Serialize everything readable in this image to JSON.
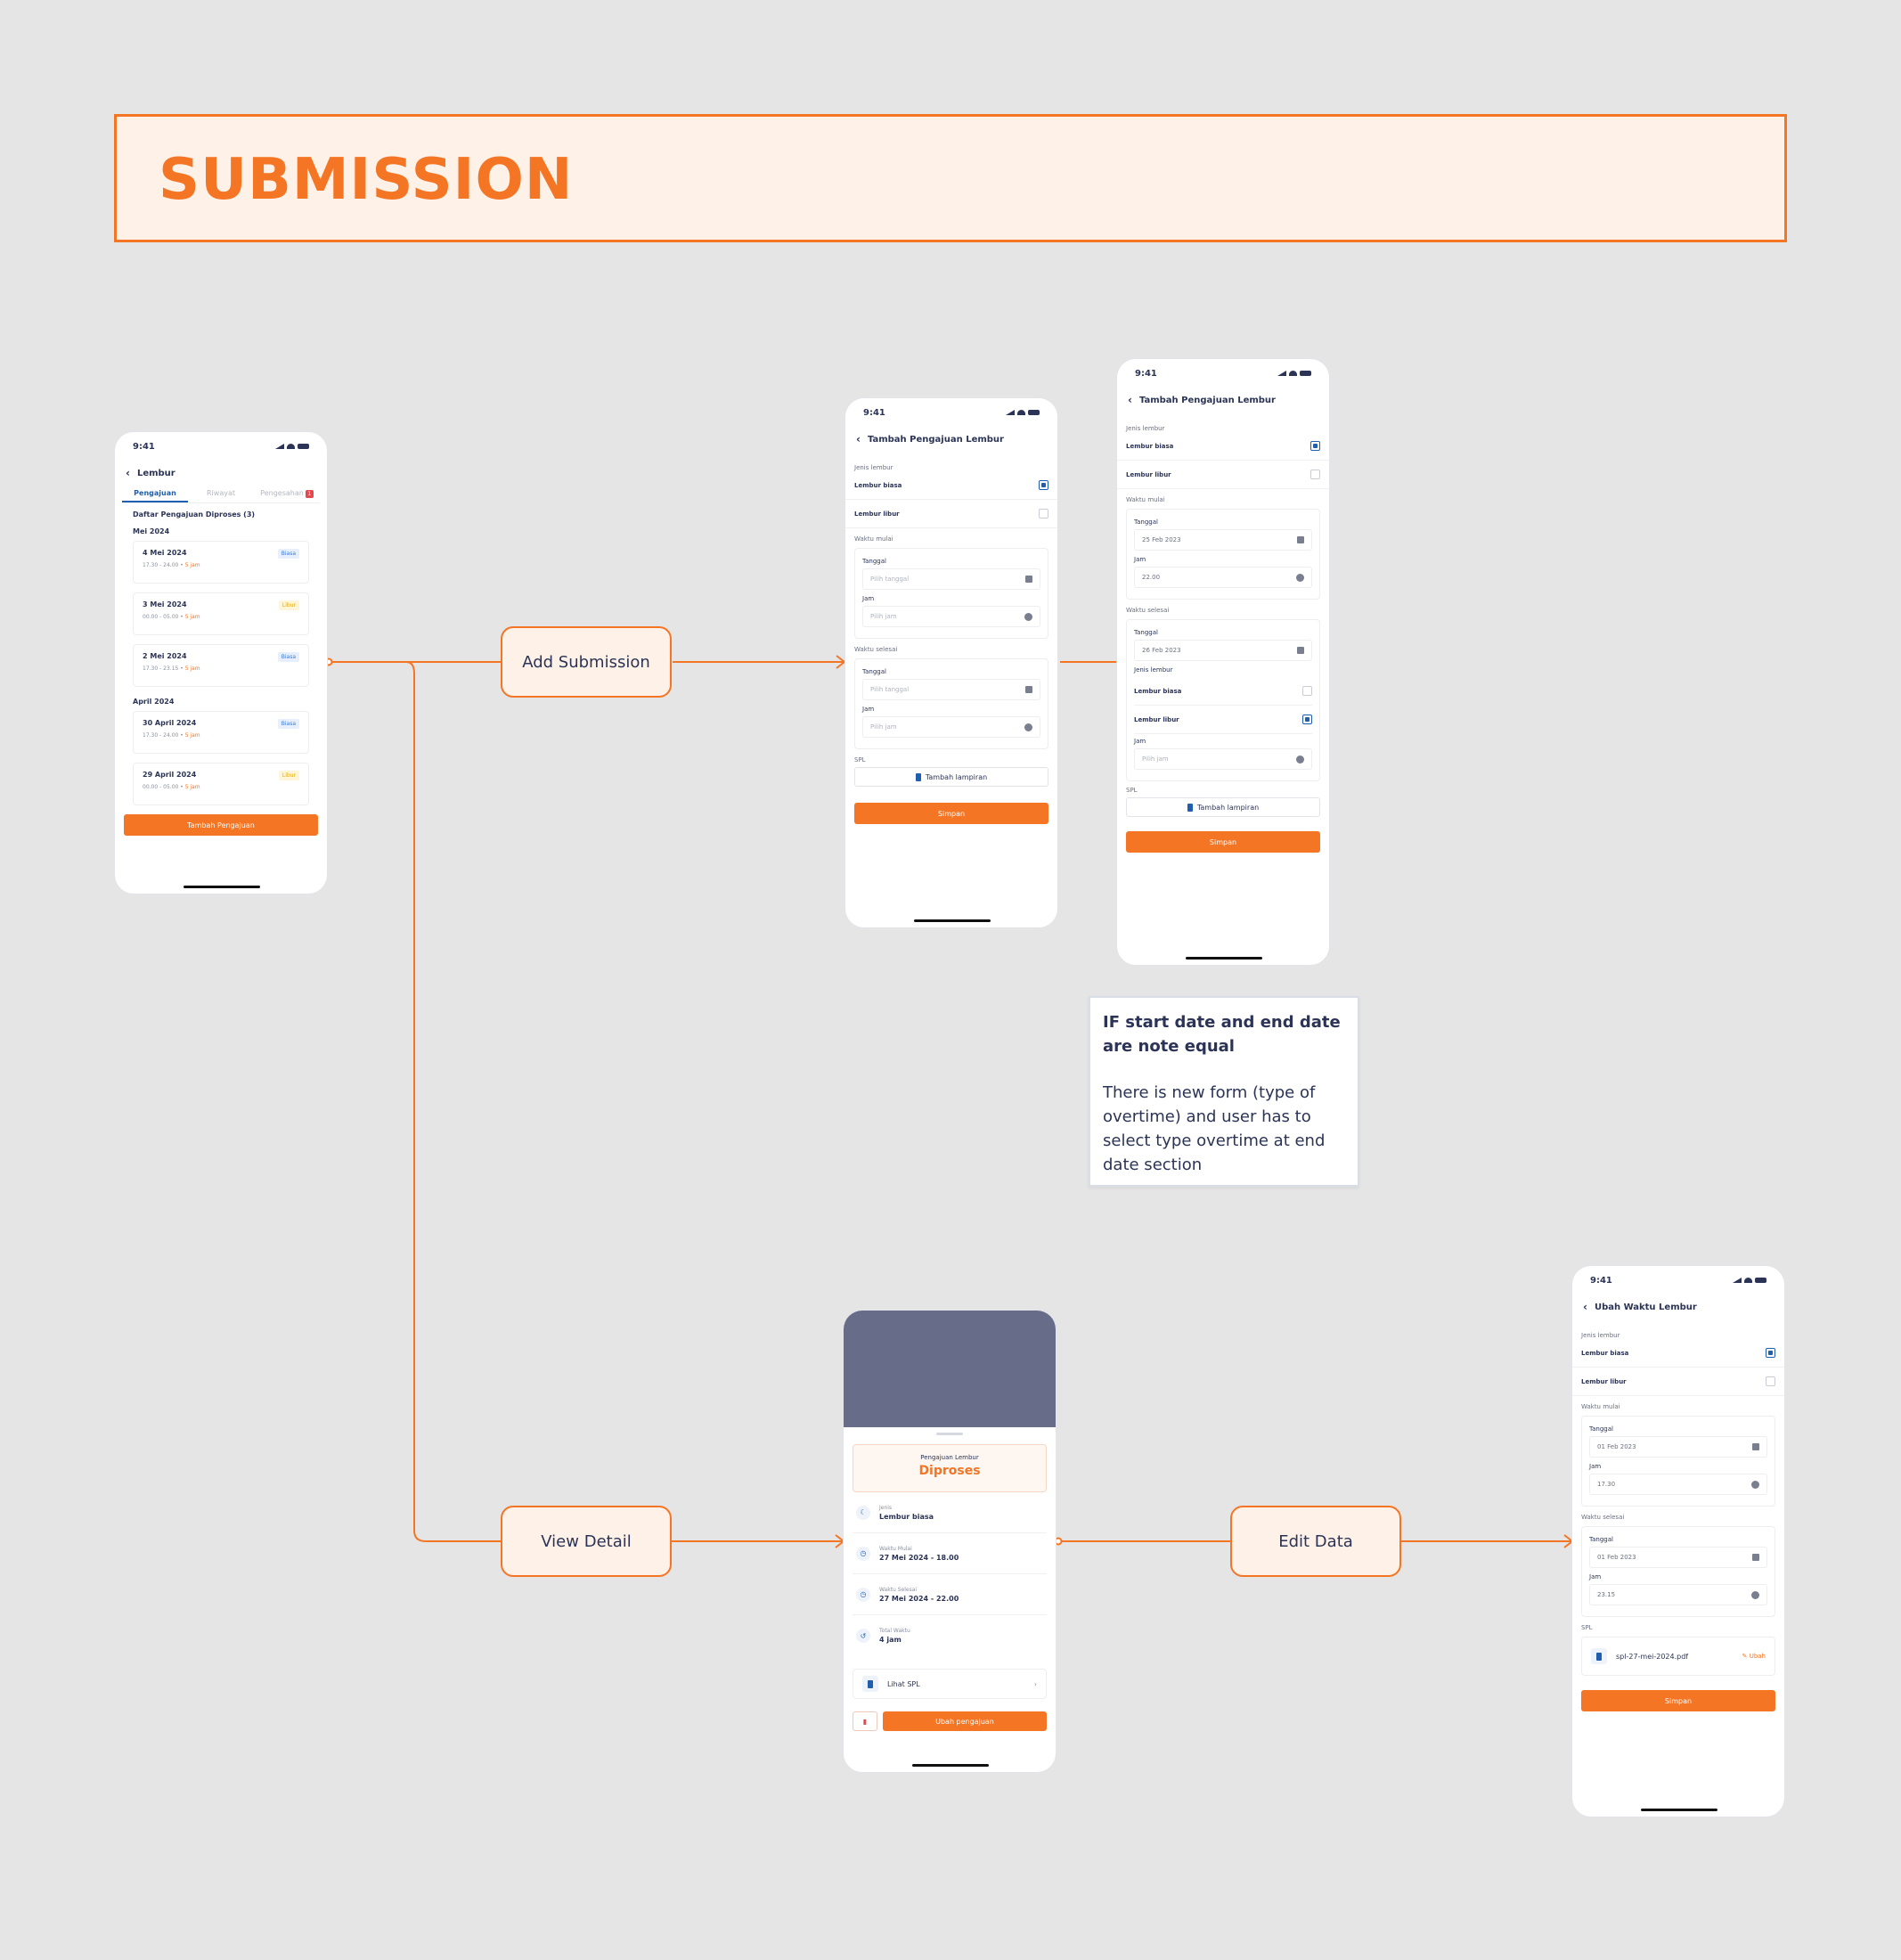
{
  "banner": {
    "title": "SUBMISSION"
  },
  "colors": {
    "accent": "#f47523",
    "primary_blue": "#1f5fae",
    "text": "#2b3456",
    "background": "#e5e5e5"
  },
  "flow_labels": {
    "add": "Add Submission",
    "view": "View Detail",
    "edit": "Edit Data"
  },
  "note": {
    "title": "IF start date and end date are note equal",
    "body": "There is new form (type of overtime) and user has to select type overtime at end date section"
  },
  "status_time": "9:41",
  "list_screen": {
    "title": "Lembur",
    "tabs": [
      "Pengajuan",
      "Riwayat",
      "Pengesahan"
    ],
    "tab_badge": "1",
    "list_header": "Daftar Pengajuan Diproses (3)",
    "month1": "Mei 2024",
    "month2": "April 2024",
    "items": [
      {
        "date": "4 Mei 2024",
        "time": "17.30 - 24.00",
        "duration": "5 jam",
        "type": "Biasa"
      },
      {
        "date": "3 Mei 2024",
        "time": "00.00 - 05.00",
        "duration": "5 jam",
        "type": "Libur"
      },
      {
        "date": "2 Mei 2024",
        "time": "17.30 - 23.15",
        "duration": "5 jam",
        "type": "Biasa"
      },
      {
        "date": "30 April 2024",
        "time": "17.30 - 24.00",
        "duration": "5 jam",
        "type": "Biasa"
      },
      {
        "date": "29 April 2024",
        "time": "00.00 - 05.00",
        "duration": "5 jam",
        "type": "Libur"
      }
    ],
    "button": "Tambah Pengajuan"
  },
  "form": {
    "title": "Tambah Pengajuan Lembur",
    "jenis_label": "Jenis lembur",
    "opt_biasa": "Lembur biasa",
    "opt_libur": "Lembur libur",
    "mulai_label": "Waktu mulai",
    "selesai_label": "Waktu selesai",
    "tanggal_label": "Tanggal",
    "jam_label": "Jam",
    "tanggal_placeholder": "Pilih tanggal",
    "jam_placeholder": "Pilih jam",
    "spl_label": "SPL",
    "attach_label": "Tambah lampiran",
    "save": "Simpan"
  },
  "form2": {
    "start_date": "25 Feb 2023",
    "start_time": "22.00",
    "end_date": "26 Feb 2023"
  },
  "detail": {
    "status_label": "Pengajuan Lembur",
    "status_value": "Diproses",
    "jenis_label": "Jenis",
    "jenis_value": "Lembur biasa",
    "mulai_label": "Waktu Mulai",
    "mulai_value": "27 Mei 2024 - 18.00",
    "selesai_label": "Waktu Selesai",
    "selesai_value": "27 Mei 2024 - 22.00",
    "total_label": "Total Waktu",
    "total_value": "4 jam",
    "spl_link": "Lihat SPL",
    "edit_button": "Ubah pengajuan"
  },
  "edit": {
    "title": "Ubah Waktu Lembur",
    "start_date": "01 Feb 2023",
    "start_time": "17.30",
    "end_date": "01 Feb 2023",
    "end_time": "23.15",
    "file_name": "spl-27-mei-2024.pdf",
    "change_link": "Ubah"
  }
}
